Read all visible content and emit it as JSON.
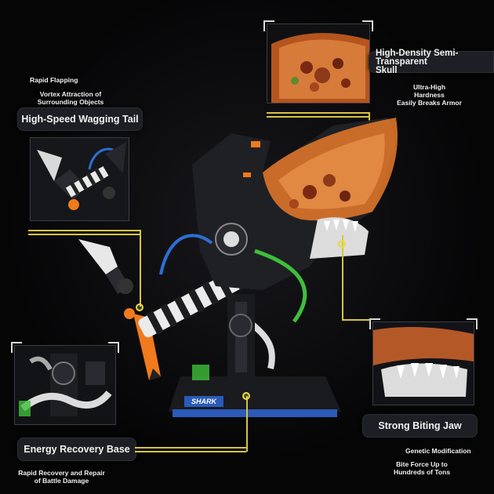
{
  "callouts": {
    "rapid_flapping": "Rapid Flapping",
    "vortex": "Vortex Attraction of\nSurrounding Objects",
    "tail_title": "High-Speed Wagging Tail",
    "skull_title": "High-Density Semi-Transparent\nSkull",
    "ultra_high": "Ultra-High\nHardness\nEasily Breaks Armor",
    "jaw_title": "Strong Biting Jaw",
    "genetic": "Genetic Modification",
    "bite_force": "Bite Force Up to\nHundreds of Tons",
    "base_title": "Energy Recovery Base",
    "rapid_recovery": "Rapid Recovery and Repair\nof Battle Damage"
  },
  "model": {
    "base_badge": "SHARK"
  },
  "colors": {
    "accent": "#d6c441",
    "orange": "#f07a1c",
    "dark": "#1b1c20",
    "panel": "#1d1f24"
  }
}
